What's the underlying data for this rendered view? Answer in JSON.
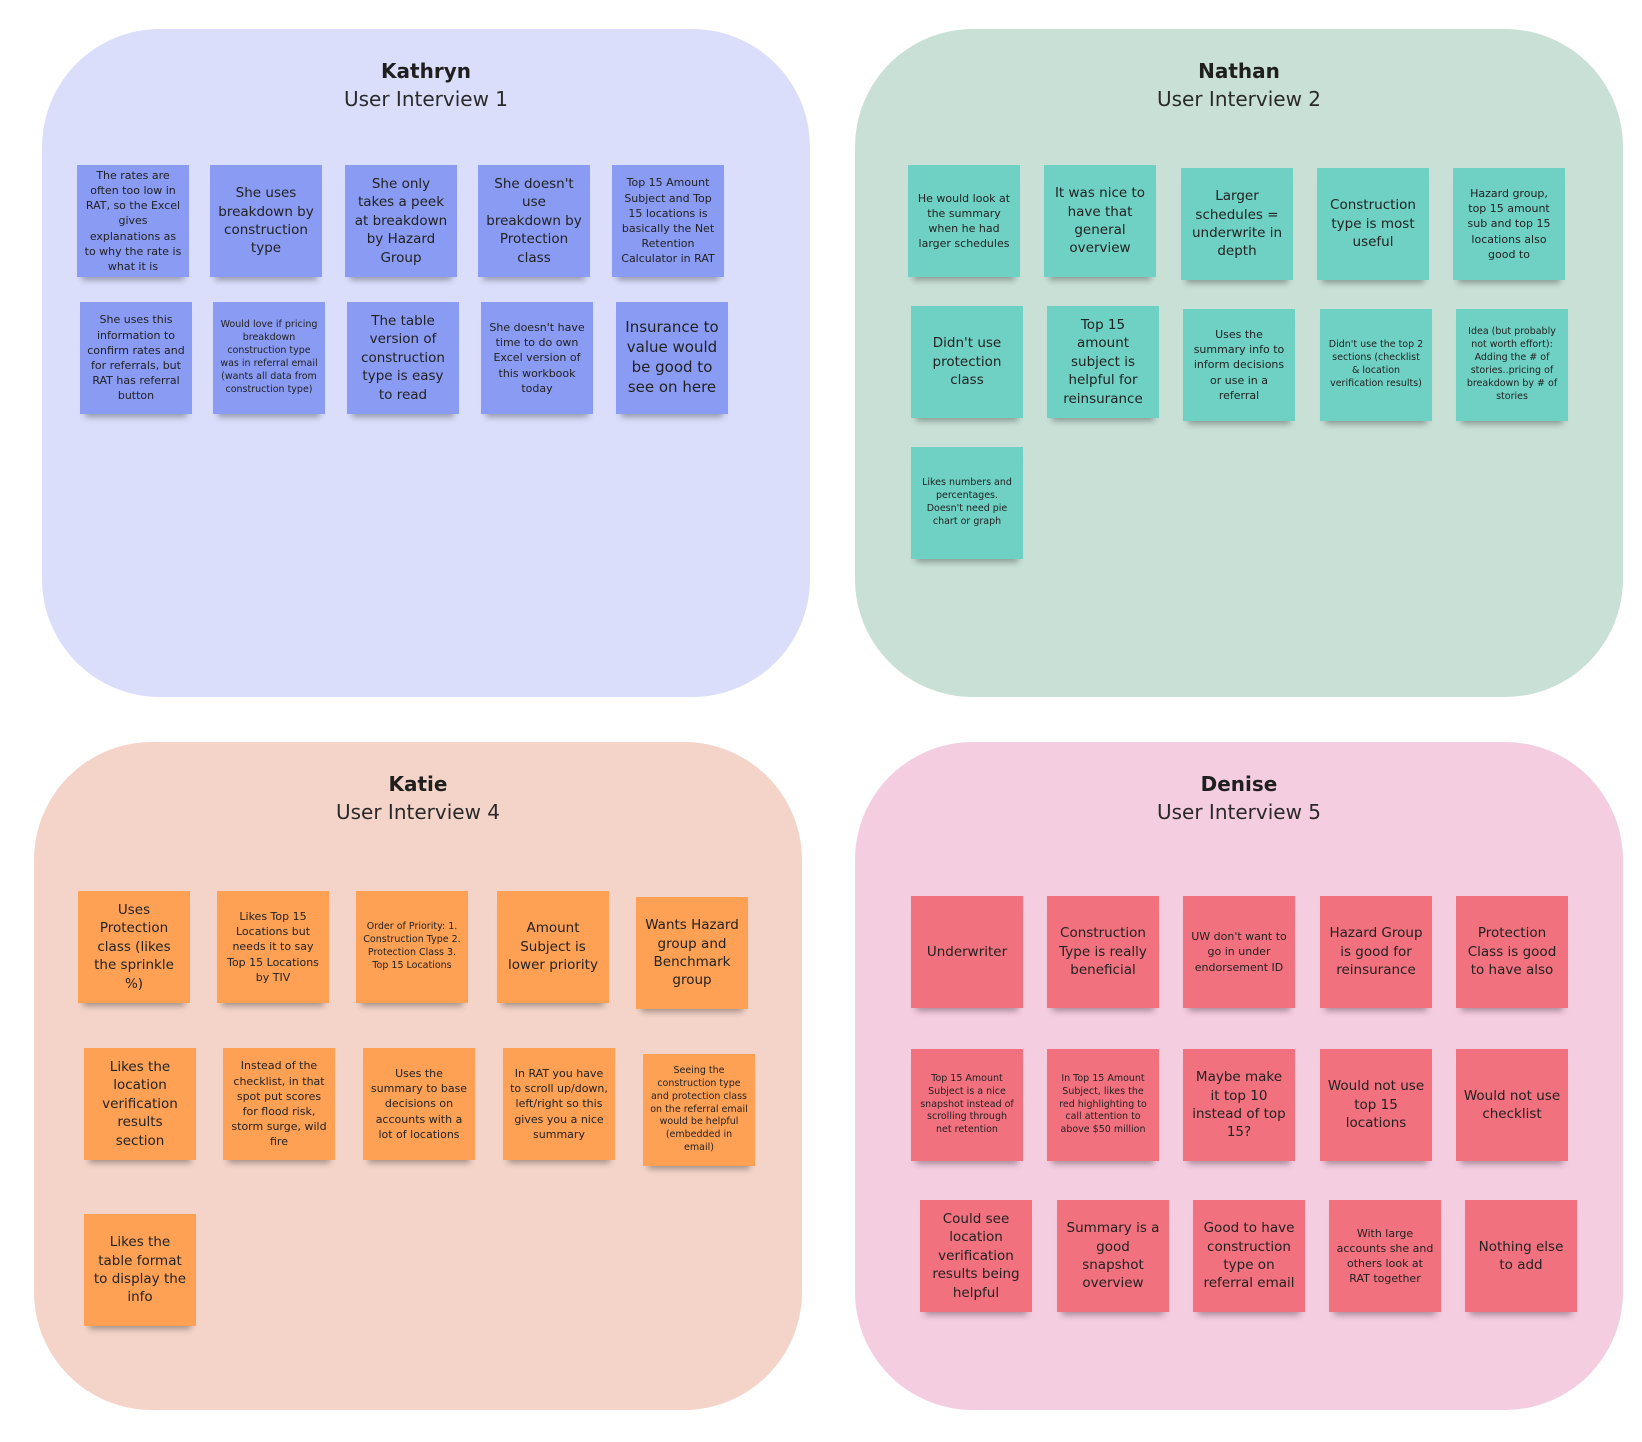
{
  "colors": {
    "frame_kathryn": "#dadefa",
    "frame_nathan": "#c8e0d6",
    "frame_katie": "#f4d4c8",
    "frame_denise": "#f5cde0",
    "note_blue": "#8a9bf4",
    "note_teal": "#6fd1c4",
    "note_orange": "#ffa155",
    "note_pink": "#f2717f"
  },
  "frames": [
    {
      "name": "Kathryn",
      "subtitle": "User Interview 1",
      "notes": [
        "The rates are often too low in RAT, so the Excel gives explanations as to why the rate is what it is",
        "She uses breakdown by construction type",
        "She only takes a peek at breakdown by Hazard Group",
        "She doesn't use breakdown by Protection class",
        "Top 15 Amount Subject and Top 15 locations is basically the Net Retention Calculator in RAT",
        "She uses this information to confirm rates and for referrals, but RAT has referral button",
        "Would love if pricing breakdown construction type was in referral email (wants all data from construction type)",
        "The table version of construction type is easy to read",
        "She doesn't have time to do own Excel version of this workbook today",
        "Insurance to value would be good to see on here"
      ]
    },
    {
      "name": "Nathan",
      "subtitle": "User Interview 2",
      "notes": [
        "He would look at the summary when he had larger schedules",
        "It was nice to have that general overview",
        "Larger schedules = underwrite in depth",
        "Construction type is most useful",
        "Hazard group, top 15 amount sub and top 15 locations also good to",
        "Didn't use protection class",
        "Top 15 amount subject is helpful for reinsurance",
        "Uses the summary info to inform decisions or use in a referral",
        "Didn't use the top 2 sections (checklist & location verification results)",
        "Idea (but probably not worth effort): Adding the # of stories..pricing of breakdown by # of stories",
        "Likes numbers and percentages. Doesn't need pie chart or graph"
      ]
    },
    {
      "name": "Katie",
      "subtitle": "User Interview 4",
      "notes": [
        "Uses Protection class (likes the sprinkle %)",
        "Likes Top 15 Locations but needs it to say Top 15 Locations by TIV",
        "Order of Priority: 1. Construction Type 2. Protection Class 3. Top 15 Locations",
        "Amount Subject is lower priority",
        "Wants Hazard group and Benchmark group",
        "Likes the location verification results section",
        "Instead of the checklist, in that spot put scores for flood risk, storm surge, wild fire",
        "Uses the summary to base decisions on accounts with a lot of locations",
        "In RAT you have to scroll up/down, left/right so this gives you a nice summary",
        "Seeing the construction type and protection class on the referral email would be helpful (embedded in email)",
        "Likes the table format to display the info"
      ]
    },
    {
      "name": "Denise",
      "subtitle": "User Interview 5",
      "notes": [
        "Underwriter",
        "Construction Type is really beneficial",
        "UW don't want to go in under endorsement ID",
        "Hazard Group is good for reinsurance",
        "Protection Class is good to have also",
        "Top 15 Amount Subject is a nice snapshot instead of scrolling through net retention",
        "In Top 15 Amount Subject, likes the red highlighting to call attention to above $50 million",
        "Maybe make it top 10 instead of top 15?",
        "Would not use top 15 locations",
        "Would not use checklist",
        "Could see location verification results being helpful",
        "Summary is a good snapshot overview",
        "Good to have construction type on referral email",
        "With large accounts she and others look at RAT together",
        "Nothing else to add"
      ]
    }
  ]
}
